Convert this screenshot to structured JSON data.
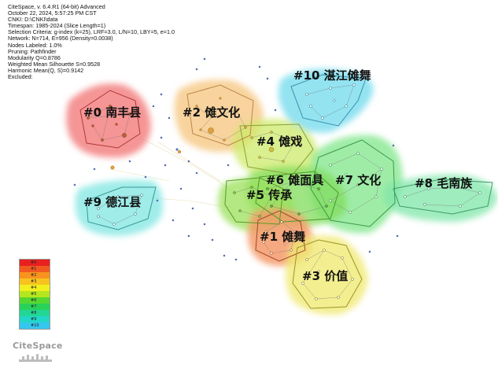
{
  "header": {
    "lines": [
      "CiteSpace, v. 6.4.R1 (64-bit) Advanced",
      "October 22, 2024, 5:57:25 PM CST",
      "CNKI: D:\\CNKI\\data",
      "Timespan: 1985-2024 (Slice Length=1)",
      "Selection Criteria: g-index (k=25), LRF=3.0, L/N=10, LBY=5, e=1.0",
      "Network: N=714, E=956 (Density=0.0038)",
      "Nodes Labeled: 1.0%",
      "Pruning: Pathfinder",
      "Modularity Q=0.8786",
      "Weighted Mean Silhouette S=0.9528",
      "Harmonic Mean(Q, S)=0.9142",
      "Excluded:"
    ]
  },
  "clusters": [
    {
      "id": "cluster-0",
      "label": "#0 南丰县",
      "color": "#f37b7b"
    },
    {
      "id": "cluster-1",
      "label": "#1 傩舞",
      "color": "#f59a6a"
    },
    {
      "id": "cluster-2",
      "label": "#2 傩文化",
      "color": "#f6c884"
    },
    {
      "id": "cluster-3",
      "label": "#3 价值",
      "color": "#f0ea74"
    },
    {
      "id": "cluster-4",
      "label": "#4 傩戏",
      "color": "#cdea6a"
    },
    {
      "id": "cluster-5",
      "label": "#5 传承",
      "color": "#9ae05a"
    },
    {
      "id": "cluster-6",
      "label": "#6 傩面具",
      "color": "#7fdc5c"
    },
    {
      "id": "cluster-7",
      "label": "#7 文化",
      "color": "#7fe58a"
    },
    {
      "id": "cluster-8",
      "label": "#8 毛南族",
      "color": "#7ee6a8"
    },
    {
      "id": "cluster-9",
      "label": "#9 德江县",
      "color": "#7fe6e2"
    },
    {
      "id": "cluster-10",
      "label": "#10 湛江傩舞",
      "color": "#6fd9ec"
    }
  ],
  "legend": {
    "items": [
      "#0",
      "#1",
      "#2",
      "#3",
      "#4",
      "#5",
      "#6",
      "#7",
      "#8",
      "#9",
      "#10"
    ],
    "colors": [
      "#e82020",
      "#f05a20",
      "#f7931e",
      "#f7c31e",
      "#f2ef1e",
      "#b4e61e",
      "#55d632",
      "#28d25a",
      "#22d696",
      "#22d6c8",
      "#35c7ef"
    ]
  },
  "logo": {
    "text": "CiteSpace"
  }
}
